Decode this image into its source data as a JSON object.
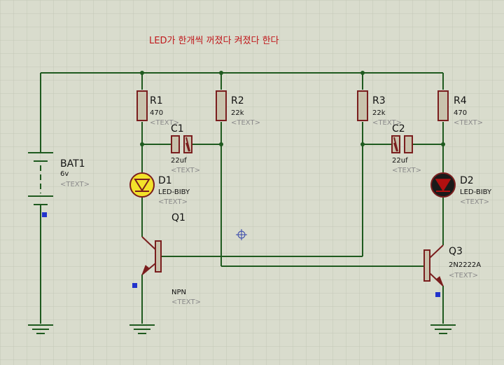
{
  "title": "LED가 한개씩 꺼졌다 켜졌다 한다",
  "placeholder_text": "<TEXT>",
  "colors": {
    "background": "#d9dccd",
    "grid": "#c4c7b6",
    "wire": "#1f5a1f",
    "component": "#7a1e1e",
    "title": "#c0181c",
    "led_on": "#f3e22a",
    "led_off": "#1a1a1a",
    "led_off_glow": "#b01010",
    "pin_marker": "#2233cc"
  },
  "components": {
    "bat1": {
      "ref": "BAT1",
      "value": "6v"
    },
    "r1": {
      "ref": "R1",
      "value": "470"
    },
    "r2": {
      "ref": "R2",
      "value": "22k"
    },
    "r3": {
      "ref": "R3",
      "value": "22k"
    },
    "r4": {
      "ref": "R4",
      "value": "470"
    },
    "c1": {
      "ref": "C1",
      "value": "22uf"
    },
    "c2": {
      "ref": "C2",
      "value": "22uf"
    },
    "d1": {
      "ref": "D1",
      "value": "LED-BIBY",
      "state": "on"
    },
    "d2": {
      "ref": "D2",
      "value": "LED-BIBY",
      "state": "off"
    },
    "q1": {
      "ref": "Q1",
      "value": "NPN"
    },
    "q3": {
      "ref": "Q3",
      "value": "2N2222A"
    }
  }
}
